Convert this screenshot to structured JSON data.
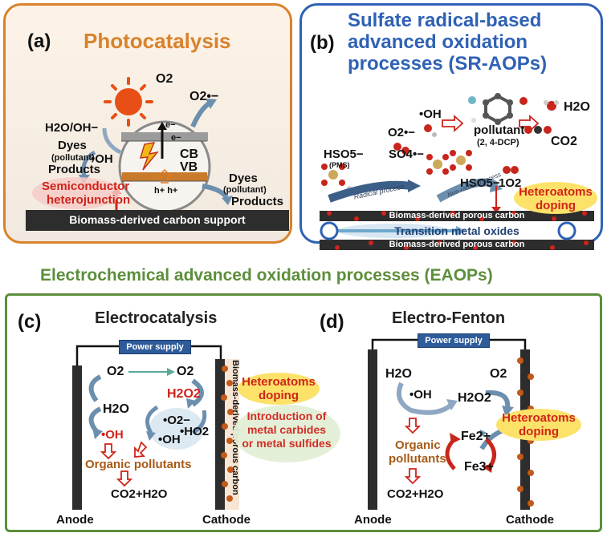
{
  "panel_a": {
    "letter": "(a)",
    "title": "Photocatalysis",
    "o2": "O2",
    "o2_radical": "O2•−",
    "h2o_oh": "H2O/OH−",
    "dyes_left": "Dyes",
    "pollutant_left": "(pollutant)",
    "products_left": "Products",
    "oh_radical": "•OH",
    "electron_top": "e−",
    "electron_mid": "e−",
    "cb": "CB",
    "vb": "VB",
    "holes": "h+ h+",
    "dyes_right": "Dyes",
    "pollutant_right": "(pollutant)",
    "products_right": "Products",
    "heterojunction_line1": "Semiconductor",
    "heterojunction_line2": "heterojunction",
    "support": "Biomass-derived carbon support"
  },
  "panel_b": {
    "letter": "(b)",
    "title_line1": "Sulfate radical-based",
    "title_line2": "advanced oxidation",
    "title_line3": "processes (SR-AOPs)",
    "oh_radical": "•OH",
    "o2_radical": "O2•−",
    "pollutant": "pollutant",
    "pollutant_name": "(2, 4-DCP)",
    "h2o": "H2O",
    "co2": "CO2",
    "hso5_left": "HSO5−",
    "pms": "(PMS)",
    "so4_radical": "SO4•−",
    "hso5_right": "HSO5−",
    "singlet_o2": "1O2",
    "radical_process": "Radical process",
    "nonradical_process": "Non-radical process",
    "heteroatoms_line1": "Heteroatoms",
    "heteroatoms_line2": "doping",
    "carbon_top": "Biomass-derived porous carbon",
    "transition_metal": "Transition metal oxides",
    "carbon_bottom": "Biomass-derived porous carbon"
  },
  "eaops_title": "Electrochemical advanced oxidation processes (EAOPs)",
  "panel_c": {
    "letter": "(c)",
    "title": "Electrocatalysis",
    "power_supply": "Power supply",
    "o2_left": "O2",
    "o2_right": "O2",
    "h2o2": "H2O2",
    "h2o": "H2O",
    "oh_radical": "•OH",
    "o2_radical": "•O2−",
    "oh_radical_b": "•OH",
    "ho2": "•HO2",
    "organic": "Organic pollutants",
    "products": "CO2+H2O",
    "anode": "Anode",
    "cathode": "Cathode",
    "carbon_vertical": "Biomass-derived porous carbon",
    "heteroatoms_line1": "Heteroatoms",
    "heteroatoms_line2": "doping",
    "carbides_line1": "Introduction of",
    "carbides_line2": "metal carbides",
    "carbides_line3": "or metal sulfides"
  },
  "panel_d": {
    "letter": "(d)",
    "title": "Electro-Fenton",
    "power_supply": "Power supply",
    "h2o": "H2O",
    "oh_radical": "•OH",
    "o2": "O2",
    "h2o2": "H2O2",
    "organic_line1": "Organic",
    "organic_line2": "pollutants",
    "fe2": "Fe2+",
    "fe3": "Fe3+",
    "products": "CO2+H2O",
    "anode": "Anode",
    "cathode": "Cathode",
    "heteroatoms_line1": "Heteroatoms",
    "heteroatoms_line2": "doping"
  },
  "colors": {
    "photocatalysis": "#d9822b",
    "sraops": "#2f62b5",
    "eaops": "#5c8e3b",
    "highlight_red": "#d0231a",
    "pill_yellow": "#fde26a"
  }
}
